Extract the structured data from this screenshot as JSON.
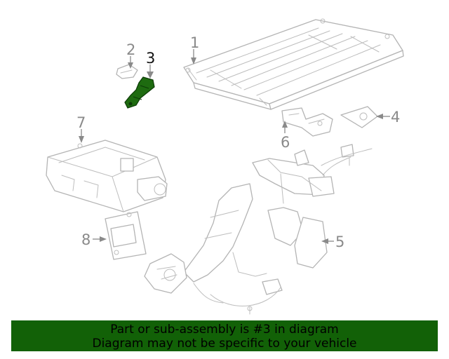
{
  "diagram": {
    "callouts": {
      "c1": "1",
      "c2": "2",
      "c3": "3",
      "c4": "4",
      "c5": "5",
      "c6": "6",
      "c7": "7",
      "c8": "8"
    },
    "highlighted_part": "3",
    "highlight_color": "#1e6b10",
    "line_color": "#b4b4b4"
  },
  "banner": {
    "line1": "Part or sub-assembly is #3 in diagram",
    "line2": "Diagram may not be specific to your vehicle",
    "background_color": "#126107"
  }
}
